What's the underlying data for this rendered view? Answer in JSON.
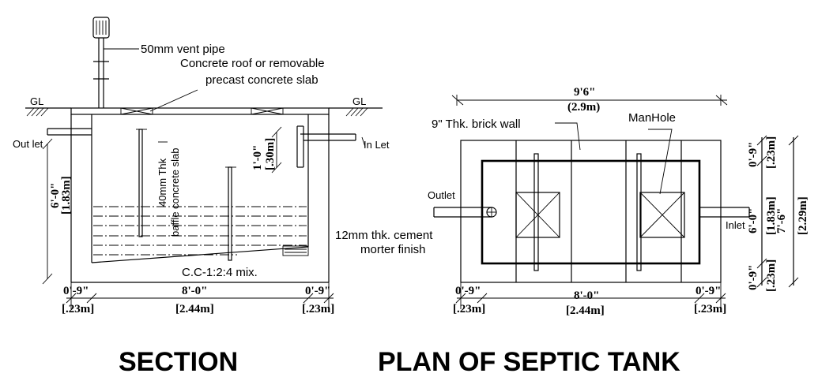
{
  "section": {
    "title": "SECTION",
    "vent_pipe": "50mm vent pipe",
    "roof_line1": "Concrete roof or removable",
    "roof_line2": "precast concrete slab",
    "gl_left": "GL",
    "gl_right": "GL",
    "outlet": "Out let",
    "inlet": "In Let",
    "baffle_line1": "40mm Thk",
    "baffle_line2": "baffle concrete slab",
    "finish_line1": "12mm thk. cement",
    "finish_line2": "morter finish",
    "base": "C.C-1:2:4 mix.",
    "depth_ft": "6'-0\"",
    "depth_m": "[1.83m]",
    "inlet_drop_ft": "1'-0\"",
    "inlet_drop_m": "[.30m]",
    "wall_left_ft": "0'-9\"",
    "wall_left_m": "[.23m]",
    "length_ft": "8'-0\"",
    "length_m": "[2.44m]",
    "wall_right_ft": "0'-9\"",
    "wall_right_m": "[.23m]"
  },
  "plan": {
    "title": "PLAN OF SEPTIC TANK",
    "overall_ft": "9'6\"",
    "overall_m": "(2.9m)",
    "wall_label": "9\" Thk. brick wall",
    "manhole": "ManHole",
    "outlet": "Outlet",
    "inlet": "Inlet",
    "top_wall_ft": "0'-9\"",
    "top_wall_m": "[.23m]",
    "inner_width_ft": "6'-0\"",
    "inner_width_m": "[1.83m]",
    "total_width_ft": "7'-6\"",
    "total_width_m": "[2.29m]",
    "bottom_wall_ft": "0'-9\"",
    "bottom_wall_m": "[.23m]",
    "wall_left_ft": "0'-9\"",
    "wall_left_m": "[.23m]",
    "length_ft": "8'-0\"",
    "length_m": "[2.44m]",
    "wall_right_ft": "0'-9\"",
    "wall_right_m": "[.23m]"
  }
}
